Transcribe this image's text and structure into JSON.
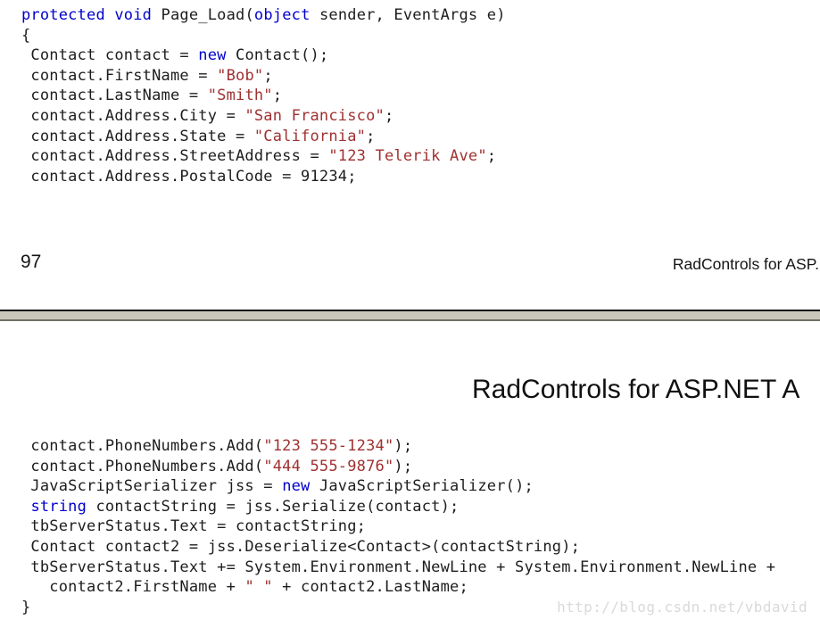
{
  "colors": {
    "keyword_blue": "#0000cc",
    "string_red": "#a03131",
    "code_text": "#1d1d1d",
    "title_text": "#101010",
    "divider_line_top": "#131313",
    "divider_band": "#c9c8bb",
    "divider_line_bottom": "#71716a",
    "watermark_gray": "#d9d9d9"
  },
  "page1": {
    "code": {
      "lines": [
        [
          {
            "c": "k",
            "t": "protected"
          },
          {
            "c": "p",
            "t": " "
          },
          {
            "c": "k",
            "t": "void"
          },
          {
            "c": "p",
            "t": " Page_Load("
          },
          {
            "c": "k",
            "t": "object"
          },
          {
            "c": "p",
            "t": " sender, EventArgs e)"
          }
        ],
        [
          {
            "c": "p",
            "t": "{"
          }
        ],
        [
          {
            "c": "p",
            "t": " Contact contact = "
          },
          {
            "c": "k",
            "t": "new"
          },
          {
            "c": "p",
            "t": " Contact();"
          }
        ],
        [
          {
            "c": "p",
            "t": " contact.FirstName = "
          },
          {
            "c": "s",
            "t": "\"Bob\""
          },
          {
            "c": "p",
            "t": ";"
          }
        ],
        [
          {
            "c": "p",
            "t": " contact.LastName = "
          },
          {
            "c": "s",
            "t": "\"Smith\""
          },
          {
            "c": "p",
            "t": ";"
          }
        ],
        [
          {
            "c": "p",
            "t": " contact.Address.City = "
          },
          {
            "c": "s",
            "t": "\"San Francisco\""
          },
          {
            "c": "p",
            "t": ";"
          }
        ],
        [
          {
            "c": "p",
            "t": " contact.Address.State = "
          },
          {
            "c": "s",
            "t": "\"California\""
          },
          {
            "c": "p",
            "t": ";"
          }
        ],
        [
          {
            "c": "p",
            "t": " contact.Address.StreetAddress = "
          },
          {
            "c": "s",
            "t": "\"123 Telerik Ave\""
          },
          {
            "c": "p",
            "t": ";"
          }
        ],
        [
          {
            "c": "p",
            "t": " contact.Address.PostalCode = 91234;"
          }
        ]
      ]
    },
    "footer": {
      "page_number": "97",
      "running_title": "RadControls for ASP."
    }
  },
  "page2": {
    "title": "RadControls for ASP.NET A",
    "code": {
      "lines": [
        [
          {
            "c": "p",
            "t": " contact.PhoneNumbers.Add("
          },
          {
            "c": "s",
            "t": "\"123 555-1234\""
          },
          {
            "c": "p",
            "t": ");"
          }
        ],
        [
          {
            "c": "p",
            "t": " contact.PhoneNumbers.Add("
          },
          {
            "c": "s",
            "t": "\"444 555-9876\""
          },
          {
            "c": "p",
            "t": ");"
          }
        ],
        [
          {
            "c": "p",
            "t": " JavaScriptSerializer jss = "
          },
          {
            "c": "k",
            "t": "new"
          },
          {
            "c": "p",
            "t": " JavaScriptSerializer();"
          }
        ],
        [
          {
            "c": "p",
            "t": " "
          },
          {
            "c": "k",
            "t": "string"
          },
          {
            "c": "p",
            "t": " contactString = jss.Serialize(contact);"
          }
        ],
        [
          {
            "c": "p",
            "t": " tbServerStatus.Text = contactString;"
          }
        ],
        [
          {
            "c": "p",
            "t": " Contact contact2 = jss.Deserialize<Contact>(contactString);"
          }
        ],
        [
          {
            "c": "p",
            "t": " tbServerStatus.Text += System.Environment.NewLine + System.Environment.NewLine +"
          }
        ],
        [
          {
            "c": "p",
            "t": "   contact2.FirstName + "
          },
          {
            "c": "s",
            "t": "\" \""
          },
          {
            "c": "p",
            "t": " + contact2.LastName;"
          }
        ],
        [
          {
            "c": "p",
            "t": "}"
          }
        ]
      ]
    },
    "watermark": "http://blog.csdn.net/vbdavid"
  }
}
